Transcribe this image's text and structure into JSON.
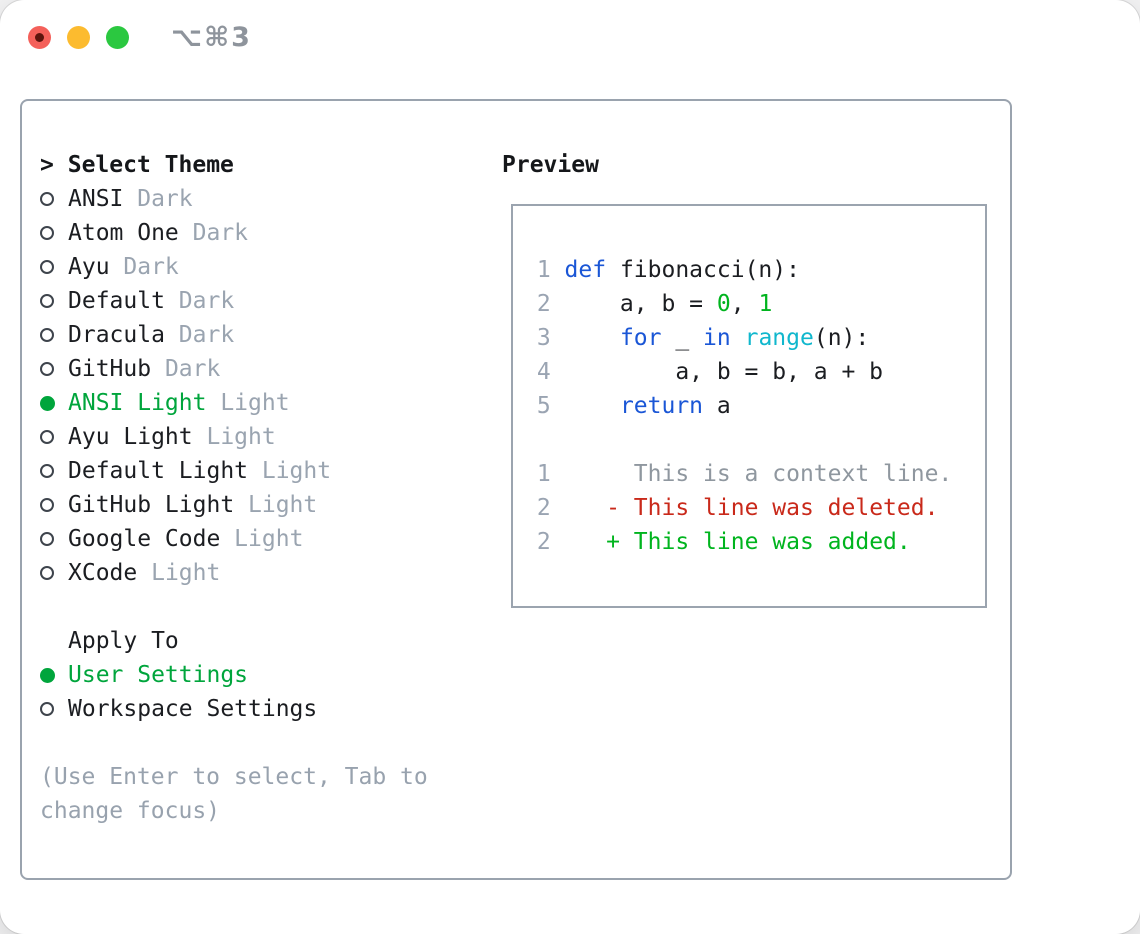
{
  "titlebar": {
    "shortcut": "⌥⌘3"
  },
  "colors": {
    "selection_green": "#00a53c",
    "diff_add_green": "#00b41e",
    "diff_delete_red": "#c9291a",
    "keyword_blue": "#1a56d6",
    "builtin_cyan": "#10b7cd",
    "muted_gray": "#9aa4b0",
    "panel_border": "#9aa3ae",
    "traffic_red": "#f4605a",
    "traffic_yellow": "#fcbb2f",
    "traffic_green": "#2bc840"
  },
  "theme_picker": {
    "prompt": ">",
    "title": "Select Theme",
    "items": [
      {
        "name": "ANSI",
        "variant": "Dark",
        "selected": false
      },
      {
        "name": "Atom One",
        "variant": "Dark",
        "selected": false
      },
      {
        "name": "Ayu",
        "variant": "Dark",
        "selected": false
      },
      {
        "name": "Default",
        "variant": "Dark",
        "selected": false
      },
      {
        "name": "Dracula",
        "variant": "Dark",
        "selected": false
      },
      {
        "name": "GitHub",
        "variant": "Dark",
        "selected": false
      },
      {
        "name": "ANSI Light",
        "variant": "Light",
        "selected": true
      },
      {
        "name": "Ayu Light",
        "variant": "Light",
        "selected": false
      },
      {
        "name": "Default Light",
        "variant": "Light",
        "selected": false
      },
      {
        "name": "GitHub Light",
        "variant": "Light",
        "selected": false
      },
      {
        "name": "Google Code",
        "variant": "Light",
        "selected": false
      },
      {
        "name": "XCode",
        "variant": "Light",
        "selected": false
      }
    ]
  },
  "apply_to": {
    "title": "Apply To",
    "options": [
      {
        "name": "User Settings",
        "selected": true
      },
      {
        "name": "Workspace Settings",
        "selected": false
      }
    ]
  },
  "help": {
    "line1": "(Use Enter to select, Tab to",
    "line2": "change focus)"
  },
  "preview": {
    "title": "Preview",
    "lines": [
      {
        "ln": "1",
        "segs": [
          {
            "t": "def",
            "c": "kw"
          },
          {
            "t": " fibonacci(n):",
            "c": "fg"
          }
        ]
      },
      {
        "ln": "2",
        "segs": [
          {
            "t": "    a, b = ",
            "c": "fg"
          },
          {
            "t": "0",
            "c": "num"
          },
          {
            "t": ", ",
            "c": "fg"
          },
          {
            "t": "1",
            "c": "num"
          }
        ]
      },
      {
        "ln": "3",
        "segs": [
          {
            "t": "    ",
            "c": "fg"
          },
          {
            "t": "for",
            "c": "kw"
          },
          {
            "t": " _ ",
            "c": "fg"
          },
          {
            "t": "in",
            "c": "kw"
          },
          {
            "t": " ",
            "c": "fg"
          },
          {
            "t": "range",
            "c": "fn"
          },
          {
            "t": "(n):",
            "c": "fg"
          }
        ]
      },
      {
        "ln": "4",
        "segs": [
          {
            "t": "        a, b = b, a + b",
            "c": "fg"
          }
        ]
      },
      {
        "ln": "5",
        "segs": [
          {
            "t": "    ",
            "c": "fg"
          },
          {
            "t": "return",
            "c": "kw"
          },
          {
            "t": " a",
            "c": "fg"
          }
        ]
      },
      {
        "ln": "",
        "segs": []
      },
      {
        "ln": "1",
        "segs": [
          {
            "t": "     This is a context line.",
            "c": "ctx"
          }
        ]
      },
      {
        "ln": "2",
        "segs": [
          {
            "t": "   ",
            "c": "fg"
          },
          {
            "t": "- This line was deleted.",
            "c": "red"
          }
        ]
      },
      {
        "ln": "2",
        "segs": [
          {
            "t": "   ",
            "c": "fg"
          },
          {
            "t": "+ This line was added.",
            "c": "green"
          }
        ]
      }
    ]
  }
}
